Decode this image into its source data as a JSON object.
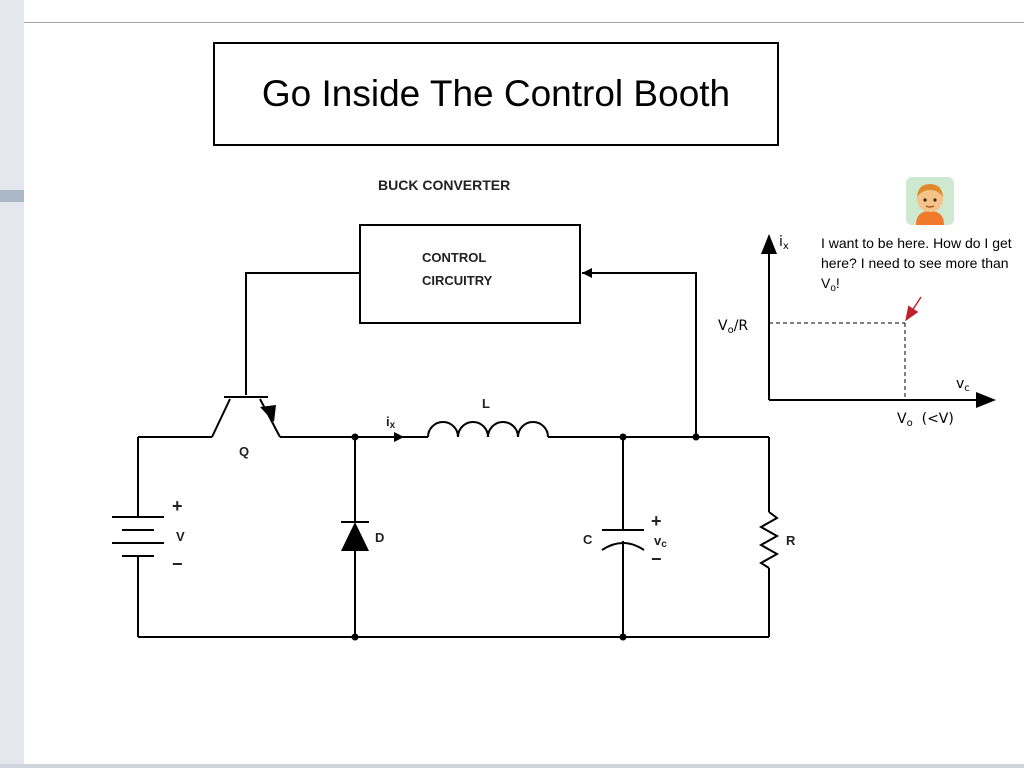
{
  "slide": {
    "title": "Go Inside The Control Booth"
  },
  "circuit": {
    "heading": "BUCK CONVERTER",
    "control_label_line1": "CONTROL",
    "control_label_line2": "CIRCUITRY",
    "transistor_label": "Q",
    "inductor_label": "L",
    "current_label_main": "i",
    "current_label_sub": "x",
    "source_label": "V",
    "source_plus": "+",
    "source_minus": "−",
    "diode_label": "D",
    "capacitor_label": "C",
    "cap_voltage_main": "v",
    "cap_voltage_sub": "c",
    "cap_plus": "+",
    "cap_minus": "−",
    "resistor_label": "R"
  },
  "graph": {
    "y_axis_main": "i",
    "y_axis_sub": "x",
    "x_axis_main": "v",
    "x_axis_sub": "c",
    "y_tick_main": "V",
    "y_tick_sub": "o",
    "y_tick_suffix": "/R",
    "x_tick_main": "V",
    "x_tick_sub": "o",
    "x_tick_suffix": "  (<V)"
  },
  "note": {
    "text_before": "I want to be here.  How do I get here?  I need to see more than V",
    "sub": "o",
    "text_after": "!"
  },
  "icon": {
    "name": "child-face-icon",
    "skin": "#f6c48a",
    "hair": "#e08a2c",
    "shirt": "#f07a2a",
    "bg": "#cfe8d0"
  },
  "colors": {
    "arrow": "#c0202a",
    "line": "#000000"
  }
}
